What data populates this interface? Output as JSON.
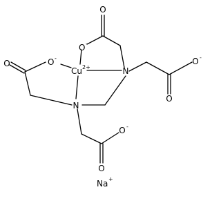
{
  "molecule": {
    "atoms": {
      "n_left": "N",
      "n_right": "N",
      "cu": "Cu",
      "cu_charge": "2+",
      "o_top_carbonyl": "O",
      "o_top_anion": "O",
      "o_top_anion_charge": "-",
      "o_left_carbonyl": "O",
      "o_left_anion": "O",
      "o_left_anion_charge": "-",
      "o_right_carbonyl": "O",
      "o_right_anion": "O",
      "o_right_anion_charge": "-",
      "o_bottom_carbonyl": "O",
      "o_bottom_anion": "O",
      "o_bottom_anion_charge": "-"
    },
    "counterion": {
      "symbol": "Na",
      "charge": "+"
    }
  }
}
